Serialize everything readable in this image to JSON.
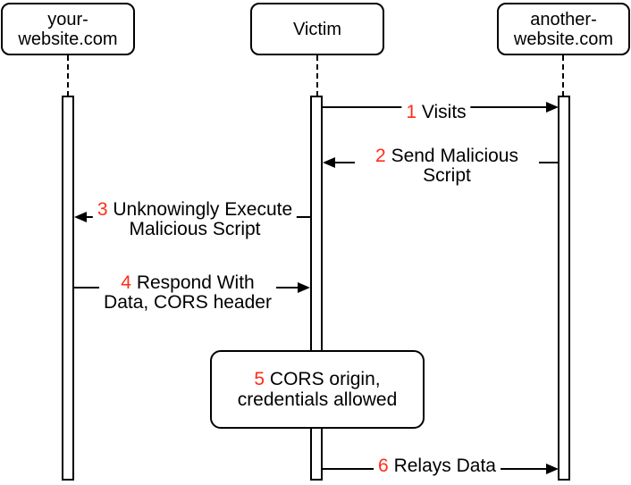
{
  "colors": {
    "step_number_red": "#ff2d16",
    "stroke": "#000000",
    "background": "#ffffff"
  },
  "actors": [
    {
      "id": "your-website",
      "label": "your-\nwebsite.com"
    },
    {
      "id": "victim",
      "label": "Victim"
    },
    {
      "id": "another-website",
      "label": "another-\nwebsite.com"
    }
  ],
  "messages": [
    {
      "num": "1",
      "text": "Visits",
      "from": "victim",
      "to": "another-website"
    },
    {
      "num": "2",
      "text": "Send Malicious Script",
      "from": "another-website",
      "to": "victim"
    },
    {
      "num": "3",
      "text": "Unknowingly Execute\nMalicious Script",
      "from": "victim",
      "to": "your-website"
    },
    {
      "num": "4",
      "text": "Respond With\nData, CORS header",
      "from": "your-website",
      "to": "victim"
    },
    {
      "num": "5",
      "text": "CORS origin,\ncredentials allowed",
      "type": "note",
      "on": "victim"
    },
    {
      "num": "6",
      "text": "Relays Data",
      "from": "victim",
      "to": "another-website"
    }
  ]
}
